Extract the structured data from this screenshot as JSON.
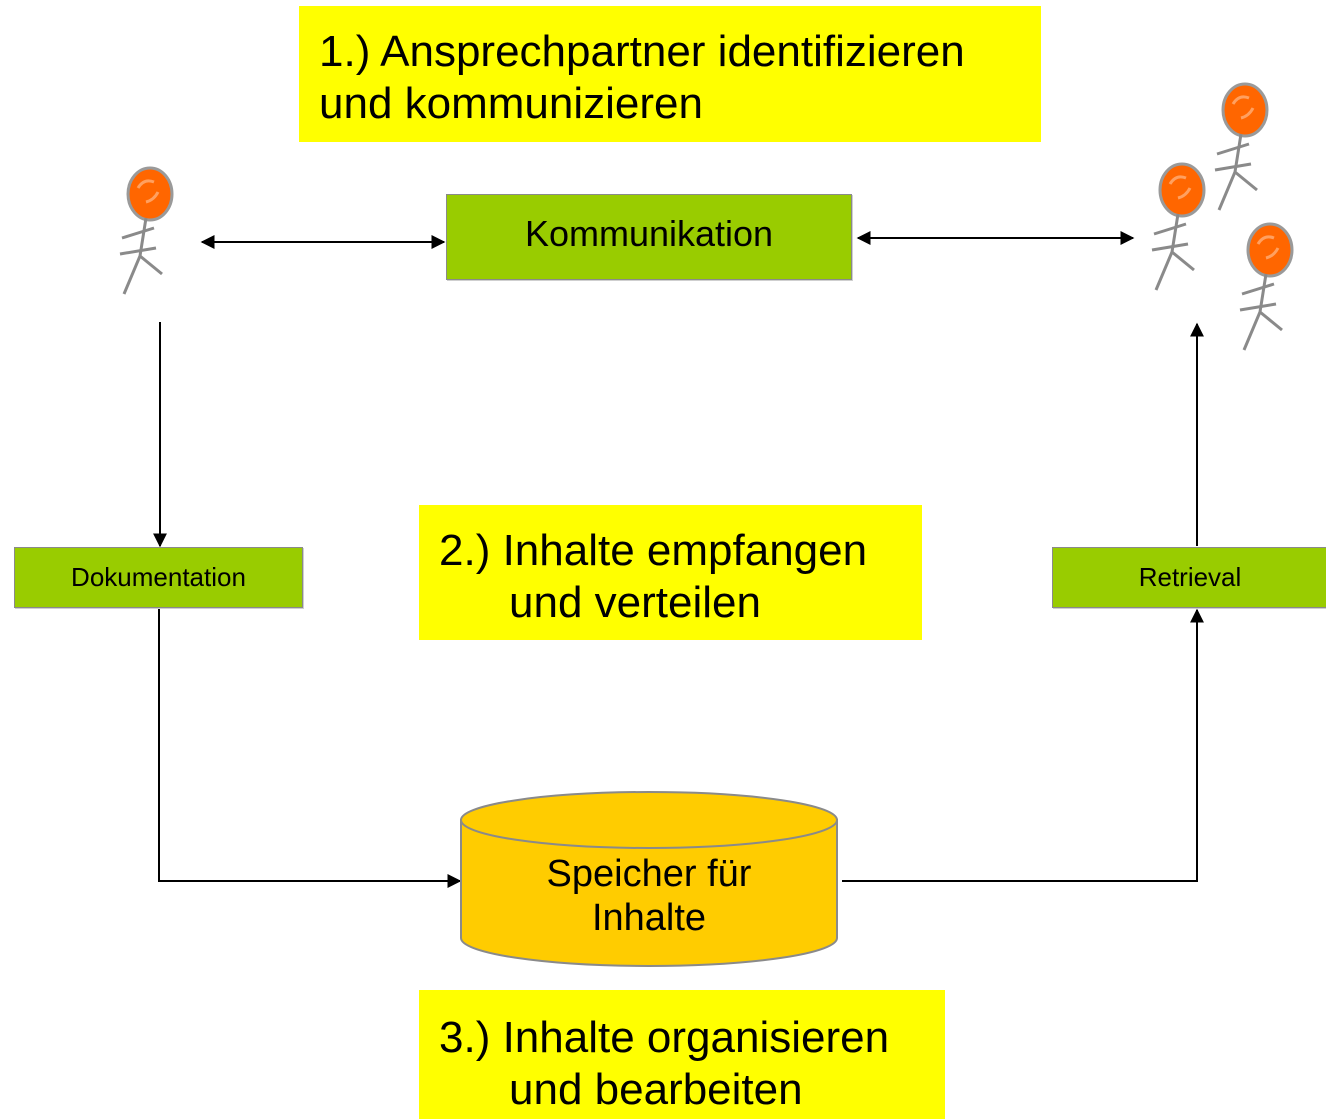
{
  "notes": {
    "step1": {
      "line1": "1.) Ansprechpartner identifizieren",
      "line2": "und kommunizieren"
    },
    "step2": {
      "line1": "2.) Inhalte empfangen",
      "line2": "und verteilen"
    },
    "step3": {
      "line1": "3.) Inhalte organisieren",
      "line2": "und bearbeiten"
    }
  },
  "boxes": {
    "kommunikation": "Kommunikation",
    "dokumentation": "Dokumentation",
    "retrieval": "Retrieval"
  },
  "storage": {
    "line1": "Speicher für",
    "line2": "Inhalte"
  },
  "colors": {
    "note": "#ffff00",
    "box": "#99cc00",
    "storage": "#ffcc00",
    "person_head": "#ff6600"
  },
  "icons": {
    "person": "stick-figure-icon"
  }
}
